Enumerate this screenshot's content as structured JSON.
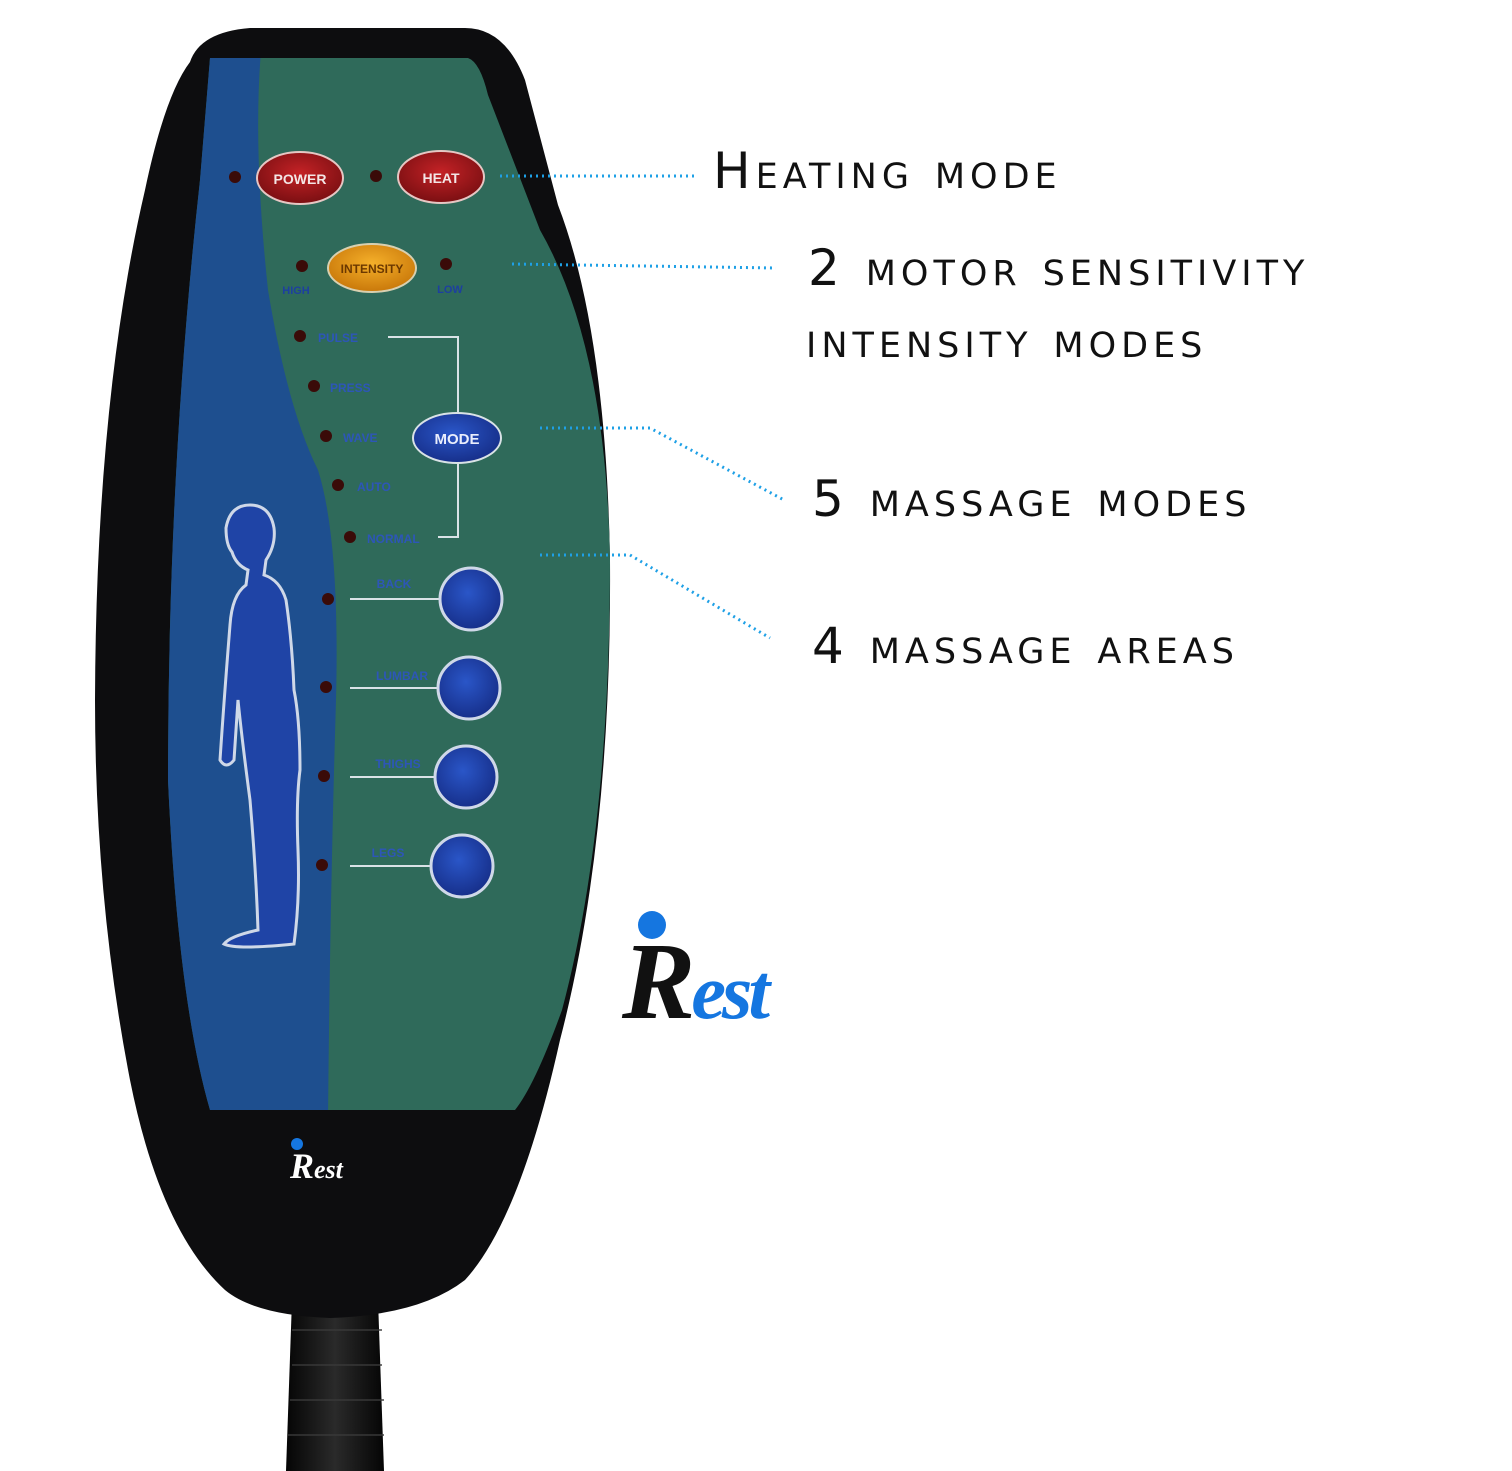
{
  "remote": {
    "buttons": {
      "power": "POWER",
      "heat": "HEAT",
      "intensity": "INTENSITY",
      "mode": "MODE"
    },
    "intensity_levels": {
      "high": "HIGH",
      "low": "LOW"
    },
    "modes": [
      "PULSE",
      "PRESS",
      "WAVE",
      "AUTO",
      "NORMAL"
    ],
    "areas": [
      "BACK",
      "LUMBAR",
      "THIGHS",
      "LEGS"
    ],
    "body_logo": {
      "letter_i": "i",
      "rest": "Rest"
    }
  },
  "callouts": {
    "heating": "Heating mode",
    "intensity_line1": "2 motor sensitivity",
    "intensity_line2": "intensity modes",
    "modes": "5 massage modes",
    "areas": "4 massage areas"
  },
  "brand_logo": {
    "letter_i": "i",
    "rest": "Rest"
  },
  "colors": {
    "casing": "#0d0d0f",
    "panel_green": "#2f6a5a",
    "panel_blue": "#1e4f8f",
    "button_red": "#8e1418",
    "button_orange": "#e0930c",
    "button_blue": "#1b3a9c",
    "led": "#3a0b08",
    "dotted_line": "#1ea0e6",
    "brand_blue": "#1576e0"
  }
}
